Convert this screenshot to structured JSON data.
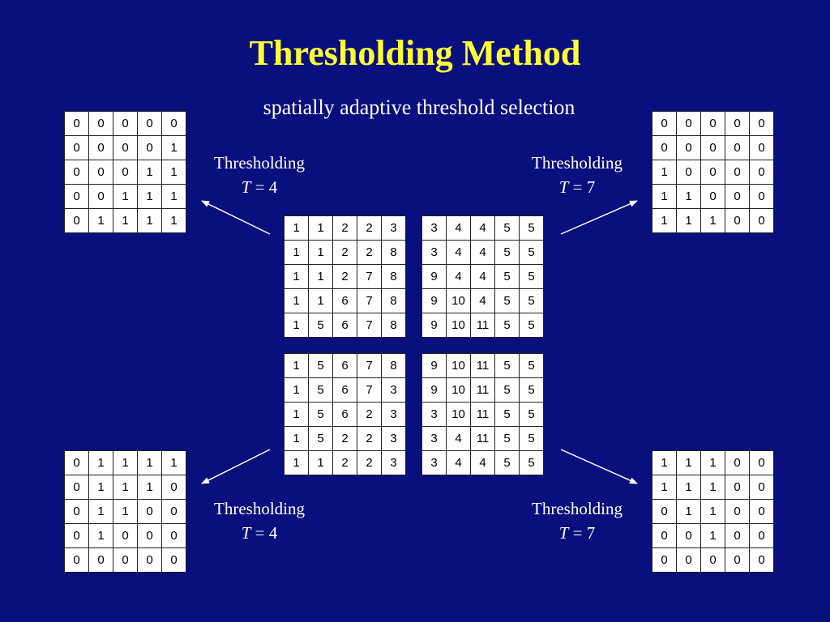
{
  "title": "Thresholding Method",
  "subtitle": "spatially adaptive threshold selection",
  "colors": {
    "background": "#0a0f7e",
    "title": "#ffff33",
    "text": "#ffffff",
    "arrow": "#ffffff"
  },
  "source_grids": {
    "top_left": [
      [
        "1",
        "1",
        "2",
        "2",
        "3"
      ],
      [
        "1",
        "1",
        "2",
        "2",
        "8"
      ],
      [
        "1",
        "1",
        "2",
        "7",
        "8"
      ],
      [
        "1",
        "1",
        "6",
        "7",
        "8"
      ],
      [
        "1",
        "5",
        "6",
        "7",
        "8"
      ]
    ],
    "top_right": [
      [
        "3",
        "4",
        "4",
        "5",
        "5"
      ],
      [
        "3",
        "4",
        "4",
        "5",
        "5"
      ],
      [
        "9",
        "4",
        "4",
        "5",
        "5"
      ],
      [
        "9",
        "10",
        "4",
        "5",
        "5"
      ],
      [
        "9",
        "10",
        "11",
        "5",
        "5"
      ]
    ],
    "bottom_left": [
      [
        "1",
        "5",
        "6",
        "7",
        "8"
      ],
      [
        "1",
        "5",
        "6",
        "7",
        "3"
      ],
      [
        "1",
        "5",
        "6",
        "2",
        "3"
      ],
      [
        "1",
        "5",
        "2",
        "2",
        "3"
      ],
      [
        "1",
        "1",
        "2",
        "2",
        "3"
      ]
    ],
    "bottom_right": [
      [
        "9",
        "10",
        "11",
        "5",
        "5"
      ],
      [
        "9",
        "10",
        "11",
        "5",
        "5"
      ],
      [
        "3",
        "10",
        "11",
        "5",
        "5"
      ],
      [
        "3",
        "4",
        "11",
        "5",
        "5"
      ],
      [
        "3",
        "4",
        "4",
        "5",
        "5"
      ]
    ]
  },
  "result_grids": {
    "top_left": [
      [
        "0",
        "0",
        "0",
        "0",
        "0"
      ],
      [
        "0",
        "0",
        "0",
        "0",
        "1"
      ],
      [
        "0",
        "0",
        "0",
        "1",
        "1"
      ],
      [
        "0",
        "0",
        "1",
        "1",
        "1"
      ],
      [
        "0",
        "1",
        "1",
        "1",
        "1"
      ]
    ],
    "top_right": [
      [
        "0",
        "0",
        "0",
        "0",
        "0"
      ],
      [
        "0",
        "0",
        "0",
        "0",
        "0"
      ],
      [
        "1",
        "0",
        "0",
        "0",
        "0"
      ],
      [
        "1",
        "1",
        "0",
        "0",
        "0"
      ],
      [
        "1",
        "1",
        "1",
        "0",
        "0"
      ]
    ],
    "bottom_left": [
      [
        "0",
        "1",
        "1",
        "1",
        "1"
      ],
      [
        "0",
        "1",
        "1",
        "1",
        "0"
      ],
      [
        "0",
        "1",
        "1",
        "0",
        "0"
      ],
      [
        "0",
        "1",
        "0",
        "0",
        "0"
      ],
      [
        "0",
        "0",
        "0",
        "0",
        "0"
      ]
    ],
    "bottom_right": [
      [
        "1",
        "1",
        "1",
        "0",
        "0"
      ],
      [
        "1",
        "1",
        "1",
        "0",
        "0"
      ],
      [
        "0",
        "1",
        "1",
        "0",
        "0"
      ],
      [
        "0",
        "0",
        "1",
        "0",
        "0"
      ],
      [
        "0",
        "0",
        "0",
        "0",
        "0"
      ]
    ]
  },
  "labels": {
    "top_left": {
      "line1": "Thresholding",
      "var": "T",
      "eq": " = 4"
    },
    "top_right": {
      "line1": "Thresholding",
      "var": "T",
      "eq": " = 7"
    },
    "bottom_left": {
      "line1": "Thresholding",
      "var": "T",
      "eq": " = 4"
    },
    "bottom_right": {
      "line1": "Thresholding",
      "var": "T",
      "eq": " = 7"
    }
  }
}
